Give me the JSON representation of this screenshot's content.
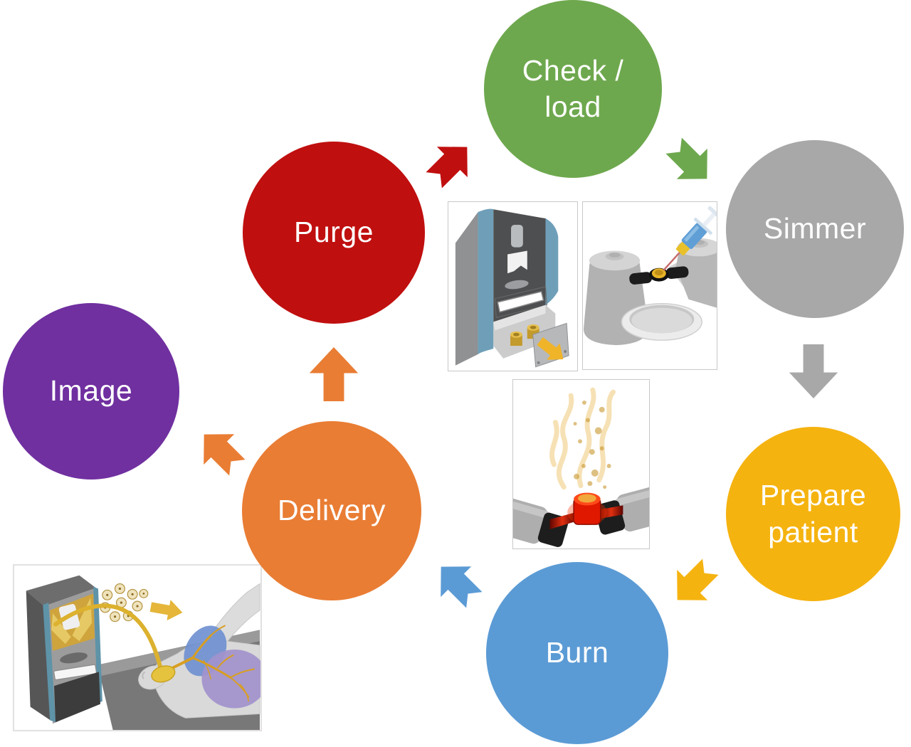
{
  "steps": [
    {
      "id": "check-load",
      "label": "Check /\nload",
      "color": "#6ea84e"
    },
    {
      "id": "simmer",
      "label": "Simmer",
      "color": "#a8a8a8"
    },
    {
      "id": "prepare-patient",
      "label": "Prepare\npatient",
      "color": "#f5b310"
    },
    {
      "id": "burn",
      "label": "Burn",
      "color": "#5b9bd5"
    },
    {
      "id": "delivery",
      "label": "Delivery",
      "color": "#e97d34"
    },
    {
      "id": "image",
      "label": "Image",
      "color": "#7030a0"
    },
    {
      "id": "purge",
      "label": "Purge",
      "color": "#c00f0f"
    }
  ],
  "arrows": [
    {
      "id": "check-load-to-simmer",
      "style": "notched",
      "direction": "down-right",
      "color": "#6ea84e"
    },
    {
      "id": "simmer-to-prepare-patient",
      "style": "plain",
      "direction": "down",
      "color": "#a8a8a8"
    },
    {
      "id": "prepare-patient-to-burn",
      "style": "notched",
      "direction": "down-left",
      "color": "#f5b310"
    },
    {
      "id": "burn-to-delivery",
      "style": "notched",
      "direction": "up-left",
      "color": "#5b9bd5"
    },
    {
      "id": "delivery-to-image",
      "style": "notched",
      "direction": "up-left",
      "color": "#e97d34"
    },
    {
      "id": "delivery-to-purge",
      "style": "plain",
      "direction": "up",
      "color": "#e97d34"
    },
    {
      "id": "purge-to-check-load",
      "style": "notched",
      "direction": "up-right",
      "color": "#c00f0f"
    }
  ],
  "illustrations": [
    {
      "id": "crucible-drawer",
      "meaning": "dispenser machine with open drawer holding two brass crucibles"
    },
    {
      "id": "syringe-loading",
      "meaning": "syringe injecting into crucible mounted between electrode holders"
    },
    {
      "id": "crucible-burning",
      "meaning": "red-hot crucible between electrodes releasing golden aerosol"
    },
    {
      "id": "patient-inhalation",
      "meaning": "aerosol delivered from machine via tube to lungs of patient on table"
    }
  ],
  "background_color": "#ffffff",
  "label_text_color": "#ffffff"
}
